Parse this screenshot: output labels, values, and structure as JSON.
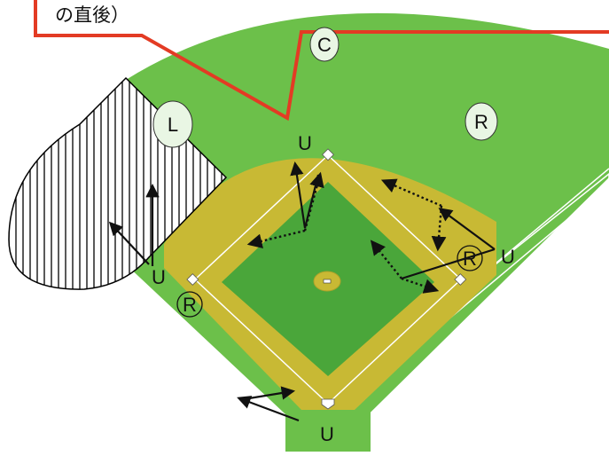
{
  "caption": {
    "text": "の直後）"
  },
  "labels": {
    "center_fielder": "C",
    "left_fielder": "L",
    "right_fielder": "R",
    "runner_first": "R",
    "runner_third": "R",
    "umpire_second": "U",
    "umpire_first": "U",
    "umpire_third": "U",
    "umpire_home": "U"
  },
  "colors": {
    "grass": "#6cc04a",
    "infield_dirt": "#c8b934",
    "inner_grass": "#4aa63a",
    "callout_line": "#e33b24",
    "hatched_area": "#000000",
    "arrows": "#111111"
  }
}
